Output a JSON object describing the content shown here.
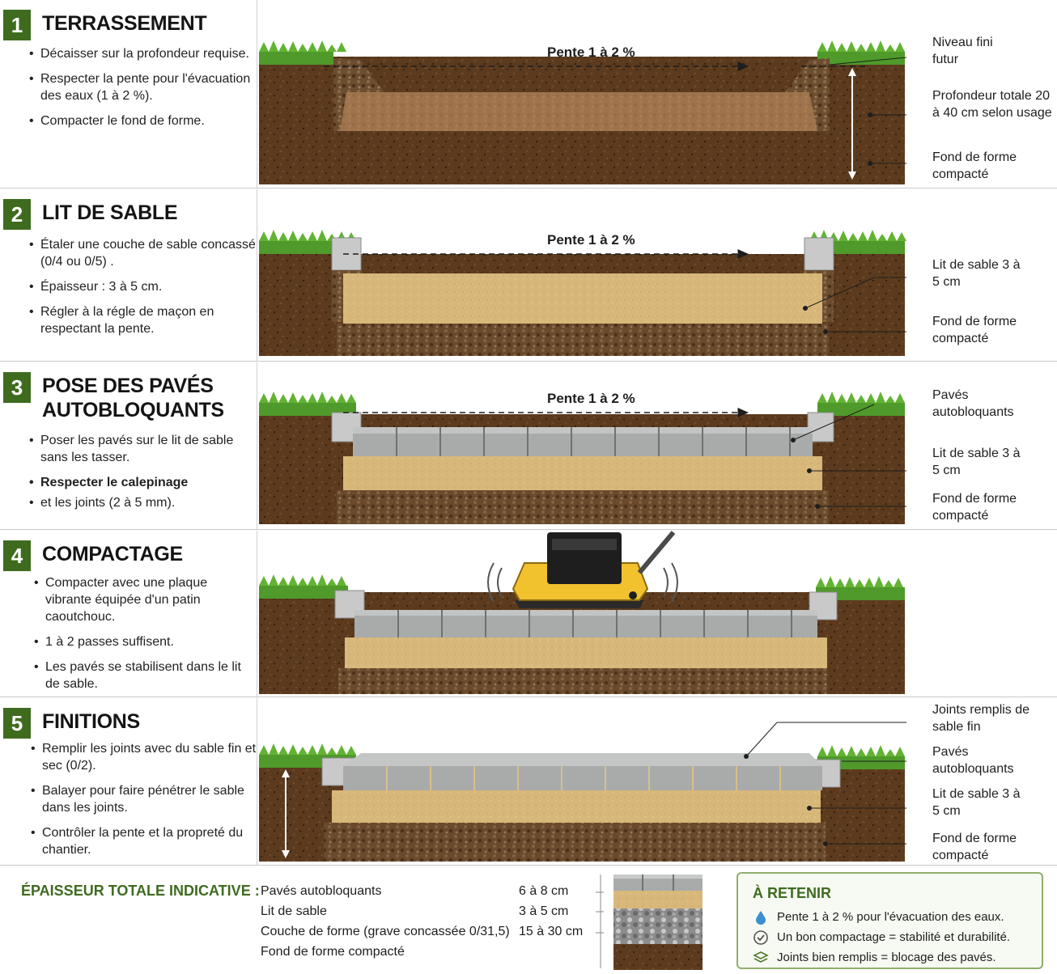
{
  "steps": [
    {
      "number": "1",
      "title": "TERRASSEMENT",
      "bullets": [
        "Décaisser sur la profondeur requise.",
        "Respecter la pente pour l'évacuation des eaux (1 à 2 %).",
        "Compacter le fond de forme."
      ],
      "slope_label": "Pente 1 à 2 %",
      "labels": [
        "Niveau fini futur",
        "Profondeur totale 20 à 40 cm selon usage",
        "Fond de forme compacté"
      ]
    },
    {
      "number": "2",
      "title": "LIT DE SABLE",
      "bullets": [
        "Étaler une couche de sable concassé (0/4 ou 0/5) .",
        "Épaisseur : 3 à 5 cm.",
        "Régler à la régle de maçon en respectant la pente."
      ],
      "slope_label": "Pente 1 à 2 %",
      "labels": [
        "Lit de sable 3 à 5 cm",
        "Fond de forme compacté"
      ]
    },
    {
      "number": "3",
      "title": "POSE DES PAVÉS AUTOBLOQUANTS",
      "bullets": [
        "Poser les pavés sur le lit de sable sans les tasser.",
        "Respecter le calepinage",
        "et les joints (2 à 5 mm)."
      ],
      "slope_label": "Pente 1 à 2 %",
      "labels": [
        "Pavés autobloquants",
        "Lit de sable 3 à 5 cm",
        "Fond de forme compacté"
      ]
    },
    {
      "number": "4",
      "title": "COMPACTAGE",
      "bullets": [
        "Compacter avec une plaque vibrante équipée d'un patin caoutchouc.",
        "1 à 2 passes suffisent.",
        "Les pavés se stabilisent dans le lit de sable."
      ],
      "labels": []
    },
    {
      "number": "5",
      "title": "FINITIONS",
      "bullets": [
        "Remplir les joints avec du sable fin et sec (0/2).",
        "Balayer pour faire pénétrer le sable dans les joints.",
        "Contrôler la pente et la propreté du chantier."
      ],
      "labels": [
        "Joints remplis de sable fin",
        "Pavés autobloquants",
        "Lit de sable 3 à 5 cm",
        "Fond de forme compacté"
      ]
    }
  ],
  "thickness": {
    "title": "ÉPAISSEUR TOTALE INDICATIVE :",
    "rows": [
      {
        "label": "Pavés autobloquants",
        "value": "6 à 8 cm"
      },
      {
        "label": "Lit de sable",
        "value": "3 à 5 cm"
      },
      {
        "label": "Couche de forme (grave concassée 0/31,5)",
        "value": "15 à 30 cm"
      },
      {
        "label": "Fond de forme compacté",
        "value": ""
      }
    ]
  },
  "retenir": {
    "title": "À RETENIR",
    "items": [
      {
        "icon": "water-drop-icon",
        "text": "Pente 1 à 2 % pour l'évacuation des eaux."
      },
      {
        "icon": "check-circle-icon",
        "text": "Un bon compactage = stabilité et durabilité."
      },
      {
        "icon": "layers-icon",
        "text": "Joints bien remplis = blocage des pavés."
      }
    ]
  },
  "colors": {
    "accent_green": "#3f6b1f",
    "soil": "#5a3a1f",
    "sand": "#d9b97c",
    "paver": "#a9abab",
    "grass": "#4f9a2a"
  }
}
